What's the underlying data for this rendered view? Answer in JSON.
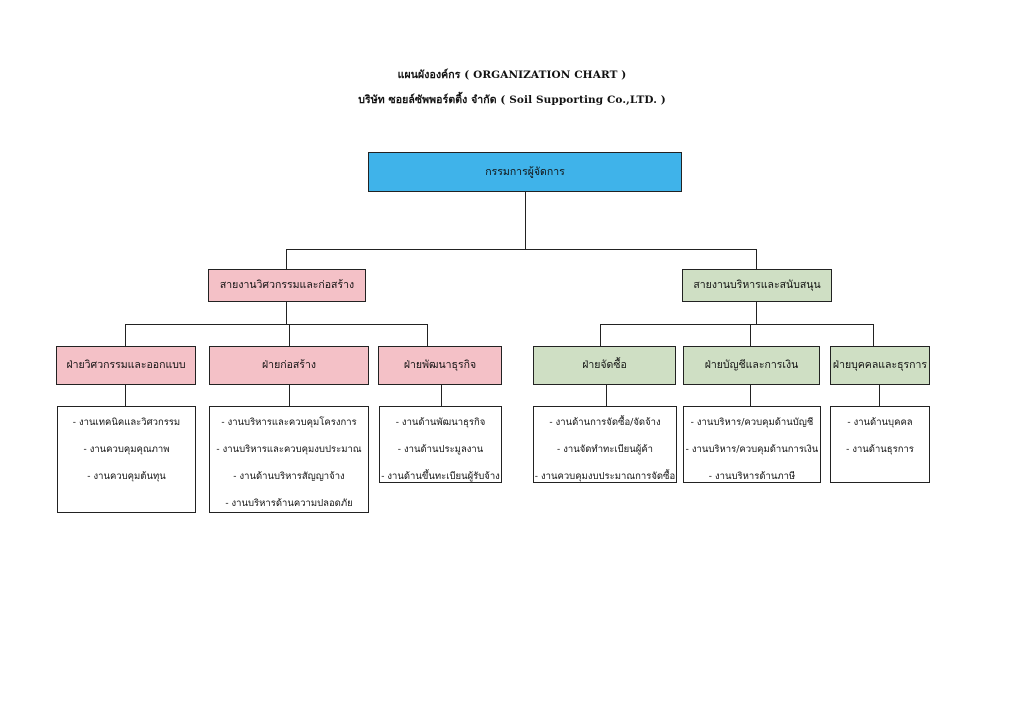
{
  "header": {
    "title": "แผนผังองค์กร ( ORGANIZATION CHART )",
    "company": "บริษัท  ซอยล์ซัพพอร์ตติ้ง จำกัด ( Soil Supporting Co.,LTD. )"
  },
  "top": {
    "label": "กรรมการผู้จัดการ"
  },
  "divisions": [
    {
      "label": "สายงานวิศวกรรมและก่อสร้าง"
    },
    {
      "label": "สายงานบริหารและสนับสนุน"
    }
  ],
  "departments": [
    {
      "label": "ฝ่ายวิศวกรรมและออกแบบ",
      "tasks": [
        "- งานเทคนิคและวิศวกรรม",
        "- งานควบคุมคุณภาพ",
        "- งานควบคุมต้นทุน"
      ]
    },
    {
      "label": "ฝ่ายก่อสร้าง",
      "tasks": [
        "- งานบริหารและควบคุมโครงการ",
        "- งานบริหารและควบคุมงบประมาณ",
        "- งานด้านบริหารสัญญาจ้าง",
        "- งานบริหารด้านความปลอดภัย"
      ]
    },
    {
      "label": "ฝ่ายพัฒนาธุรกิจ",
      "tasks": [
        "- งานด้านพัฒนาธุรกิจ",
        "- งานด้านประมูลงาน",
        "- งานด้านขึ้นทะเบียนผู้รับจ้าง"
      ]
    },
    {
      "label": "ฝ่ายจัดซื้อ",
      "tasks": [
        "- งานด้านการจัดซื้อ/จัดจ้าง",
        "- งานจัดทำทะเบียนผู้ค้า",
        "- งานควบคุมงบประมาณการจัดซื้อ"
      ]
    },
    {
      "label": "ฝ่ายบัญชีและการเงิน",
      "tasks": [
        "- งานบริหาร/ควบคุมด้านบัญชี",
        "- งานบริหาร/ควบคุมด้านการเงิน",
        "- งานบริหารด้านภาษี"
      ]
    },
    {
      "label": "ฝ่ายบุคคลและธุรการ",
      "tasks": [
        "- งานด้านบุคคล",
        "- งานด้านธุรการ"
      ]
    }
  ]
}
